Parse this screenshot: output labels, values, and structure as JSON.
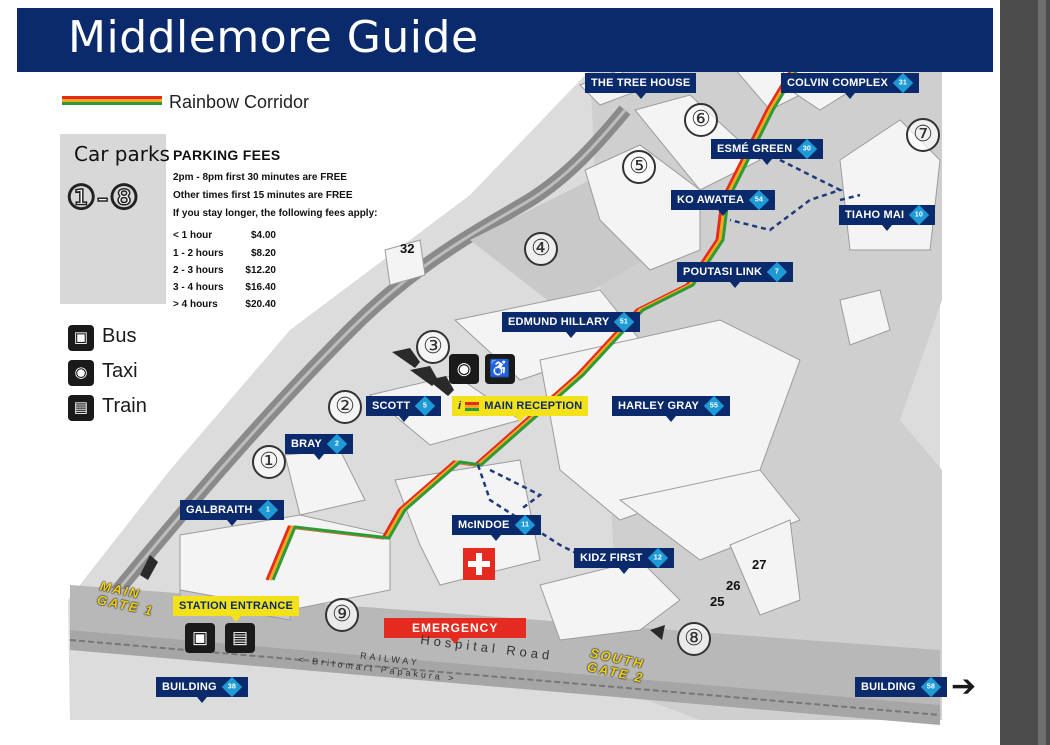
{
  "title": "Middlemore Guide",
  "legend": {
    "rainbow_corridor": "Rainbow Corridor",
    "rainbow_colors": [
      "#e52b1f",
      "#f3a81a",
      "#2f9a3a"
    ]
  },
  "car_parks": {
    "title": "Car parks",
    "range": "①-⑧",
    "fees_title": "PARKING FEES",
    "rules": [
      "2pm - 8pm first 30 minutes are FREE",
      "Other times first 15 minutes are FREE",
      "If you stay longer, the following fees apply:"
    ],
    "fees": [
      {
        "duration": "< 1 hour",
        "amount": "$4.00"
      },
      {
        "duration": "1 - 2 hours",
        "amount": "$8.20"
      },
      {
        "duration": "2 - 3 hours",
        "amount": "$12.20"
      },
      {
        "duration": "3 - 4 hours",
        "amount": "$16.40"
      },
      {
        "duration": "> 4 hours",
        "amount": "$20.40"
      }
    ]
  },
  "transport": [
    {
      "label": "Bus",
      "icon": "bus-icon",
      "glyph": "▣"
    },
    {
      "label": "Taxi",
      "icon": "taxi-icon",
      "glyph": "◉"
    },
    {
      "label": "Train",
      "icon": "train-icon",
      "glyph": "▤"
    }
  ],
  "buildings": {
    "tree_house": {
      "name": "THE TREE HOUSE"
    },
    "colvin": {
      "name": "COLVIN COMPLEX",
      "number": "31"
    },
    "esme_green": {
      "name": "ESMÉ GREEN",
      "number": "30"
    },
    "ko_awatea": {
      "name": "KO AWATEA",
      "number": "54"
    },
    "tiaho_mai": {
      "name": "TIAHO MAI",
      "number": "10"
    },
    "poutasi": {
      "name": "POUTASI LINK",
      "number": "7"
    },
    "edmund": {
      "name": "EDMUND HILLARY",
      "number": "51"
    },
    "scott": {
      "name": "SCOTT",
      "number": "5"
    },
    "main_reception": {
      "name": "MAIN RECEPTION",
      "glyph": "i"
    },
    "harley": {
      "name": "HARLEY GRAY",
      "number": "55"
    },
    "bray": {
      "name": "BRAY",
      "number": "2"
    },
    "galbraith": {
      "name": "GALBRAITH",
      "number": "1"
    },
    "mcindoe": {
      "name": "McINDOE",
      "number": "11"
    },
    "kidz_first": {
      "name": "KIDZ FIRST",
      "number": "12"
    },
    "station_entrance": {
      "name": "STATION ENTRANCE"
    },
    "emergency": {
      "name": "EMERGENCY"
    },
    "building_38": {
      "name": "BUILDING",
      "number": "38"
    },
    "building_58": {
      "name": "BUILDING",
      "number": "58"
    }
  },
  "car_park_numbers": [
    "①",
    "②",
    "③",
    "④",
    "⑤",
    "⑥",
    "⑦",
    "⑧",
    "⑨"
  ],
  "map_numbers": {
    "b32": "32",
    "b27": "27",
    "b26": "26",
    "b25": "25"
  },
  "gates": {
    "main_gate_1": [
      "MAIN",
      "GATE 1"
    ],
    "south_gate_2": [
      "SOUTH",
      "GATE 2"
    ]
  },
  "roads": {
    "hospital_road": "Hospital Road",
    "railway": "RAILWAY",
    "britomart": "< Britomart  Papakura >"
  },
  "colors": {
    "navy": "#0b2a6b",
    "marker_blue": "#1e9ad6",
    "yellow": "#f3e11a",
    "emergency_red": "#e52b1f"
  }
}
